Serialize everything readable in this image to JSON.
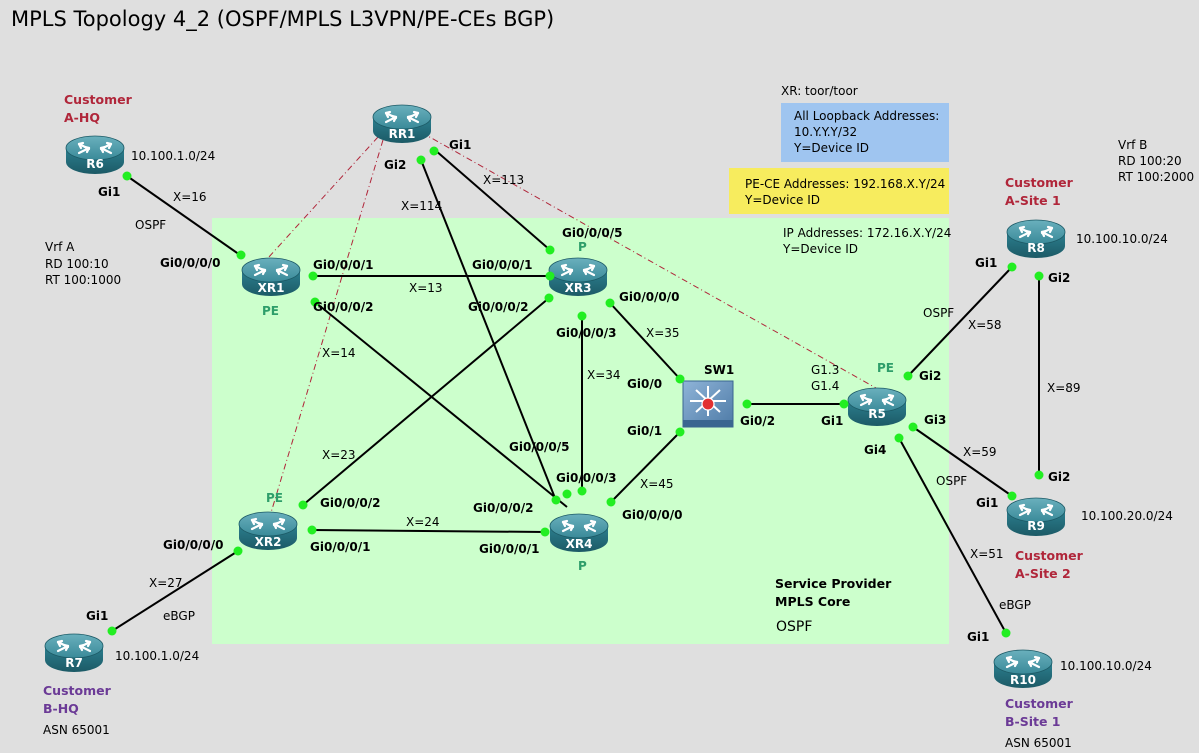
{
  "title": "MPLS Topology 4_2 (OSPF/MPLS L3VPN/PE-CEs BGP)",
  "colors": {
    "background": "#dfdfdf",
    "core_area": "#ccffcc",
    "loopback_box": "#9fc5f0",
    "pece_box": "#f7ec5e",
    "customer_a": "#b0263a",
    "customer_b": "#6b3a96",
    "role_label": "#2e9e6a",
    "port_dot": "#22ee22",
    "router_body": "#2c7f8f"
  },
  "core": {
    "label_line1": "Service Provider",
    "label_line2": "MPLS Core",
    "protocol": "OSPF",
    "ip_note_line1": "IP Addresses: 172.16.X.Y/24",
    "ip_note_line2": "Y=Device ID"
  },
  "notes": {
    "credentials": "XR: toor/toor",
    "loopback_line1": "All Loopback Addresses:",
    "loopback_line2": "10.Y.Y.Y/32",
    "loopback_line3": "Y=Device ID",
    "pece_line1": "PE-CE Addresses: 192.168.X.Y/24",
    "pece_line2": "Y=Device ID"
  },
  "vrfs": {
    "a": {
      "name": "Vrf A",
      "rd": "RD 100:10",
      "rt": "RT 100:1000"
    },
    "b": {
      "name": "Vrf B",
      "rd": "RD 100:20",
      "rt": "RT 100:2000"
    }
  },
  "devices": [
    {
      "id": "RR1",
      "label": "RR1",
      "type": "router-icon"
    },
    {
      "id": "XR1",
      "label": "XR1",
      "type": "router-icon",
      "role": "PE"
    },
    {
      "id": "XR2",
      "label": "XR2",
      "type": "router-icon",
      "role": "PE"
    },
    {
      "id": "XR3",
      "label": "XR3",
      "type": "router-icon",
      "role": "P"
    },
    {
      "id": "XR4",
      "label": "XR4",
      "type": "router-icon",
      "role": "P"
    },
    {
      "id": "R5",
      "label": "R5",
      "type": "router-icon",
      "role": "PE"
    },
    {
      "id": "R6",
      "label": "R6",
      "type": "router-icon",
      "network": "10.100.1.0/24",
      "customer": "Customer",
      "site": "A-HQ"
    },
    {
      "id": "R7",
      "label": "R7",
      "type": "router-icon",
      "network": "10.100.1.0/24",
      "customer": "Customer",
      "site": "B-HQ",
      "asn": "ASN 65001"
    },
    {
      "id": "R8",
      "label": "R8",
      "type": "router-icon",
      "network": "10.100.10.0/24",
      "customer": "Customer",
      "site": "A-Site 1"
    },
    {
      "id": "R9",
      "label": "R9",
      "type": "router-icon",
      "network": "10.100.20.0/24",
      "customer": "Customer",
      "site": "A-Site 2"
    },
    {
      "id": "R10",
      "label": "R10",
      "type": "router-icon",
      "network": "10.100.10.0/24",
      "customer": "Customer",
      "site": "B-Site 1",
      "asn": "ASN 65001"
    },
    {
      "id": "SW1",
      "label": "SW1",
      "type": "switch-icon"
    }
  ],
  "links": [
    {
      "id": "xr1-xr3",
      "a": "XR1",
      "b": "XR3",
      "a_if": "Gi0/0/0/1",
      "b_if": "Gi0/0/0/1",
      "label": "X=13"
    },
    {
      "id": "xr1-xr4",
      "a": "XR1",
      "b": "XR4",
      "a_if": "Gi0/0/0/2",
      "b_if": "Gi0/0/0/5",
      "label": "X=14"
    },
    {
      "id": "xr2-xr3",
      "a": "XR2",
      "b": "XR3",
      "a_if": "Gi0/0/0/2",
      "b_if": "Gi0/0/0/2",
      "label": "X=23"
    },
    {
      "id": "xr2-xr4",
      "a": "XR2",
      "b": "XR4",
      "a_if": "Gi0/0/0/1",
      "b_if": "Gi0/0/0/1",
      "label": "X=24"
    },
    {
      "id": "xr3-xr4",
      "a": "XR3",
      "b": "XR4",
      "a_if": "Gi0/0/0/3",
      "b_if": "Gi0/0/0/3",
      "label": "X=34"
    },
    {
      "id": "rr1-xr3",
      "a": "RR1",
      "b": "XR3",
      "a_if": "Gi1",
      "b_if": "Gi0/0/0/5",
      "label": "X=113"
    },
    {
      "id": "rr1-xr4",
      "a": "RR1",
      "b": "XR4",
      "a_if": "Gi2",
      "b_if": "Gi0/0/0/2",
      "label": "X=114"
    },
    {
      "id": "xr3-sw1",
      "a": "XR3",
      "b": "SW1",
      "a_if": "Gi0/0/0/0",
      "b_if": "Gi0/0",
      "label": "X=35"
    },
    {
      "id": "xr4-sw1",
      "a": "XR4",
      "b": "SW1",
      "a_if": "Gi0/0/0/0",
      "b_if": "Gi0/1",
      "label": "X=45"
    },
    {
      "id": "sw1-r5",
      "a": "SW1",
      "b": "R5",
      "a_if": "Gi0/2",
      "b_if": "Gi1",
      "label": ""
    },
    {
      "id": "r6-xr1",
      "a": "R6",
      "b": "XR1",
      "a_if": "Gi1",
      "b_if": "Gi0/0/0/0",
      "label": "X=16",
      "protocol": "OSPF"
    },
    {
      "id": "r7-xr2",
      "a": "R7",
      "b": "XR2",
      "a_if": "Gi1",
      "b_if": "Gi0/0/0/0",
      "label": "X=27",
      "protocol": "eBGP"
    },
    {
      "id": "r5-r8",
      "a": "R5",
      "b": "R8",
      "a_if": "Gi2",
      "b_if": "Gi1",
      "label": "X=58",
      "protocol": "OSPF"
    },
    {
      "id": "r5-r9",
      "a": "R5",
      "b": "R9",
      "a_if": "Gi3",
      "b_if": "Gi1",
      "label": "X=59",
      "protocol": "OSPF"
    },
    {
      "id": "r5-r10",
      "a": "R5",
      "b": "R10",
      "a_if": "Gi4",
      "b_if": "Gi1",
      "label": "X=51",
      "protocol": "eBGP"
    },
    {
      "id": "r8-r9",
      "a": "R8",
      "b": "R9",
      "a_if": "Gi2",
      "b_if": "Gi2",
      "label": "X=89"
    }
  ],
  "r5_subifs": {
    "line1": "G1.3",
    "line2": "G1.4"
  }
}
